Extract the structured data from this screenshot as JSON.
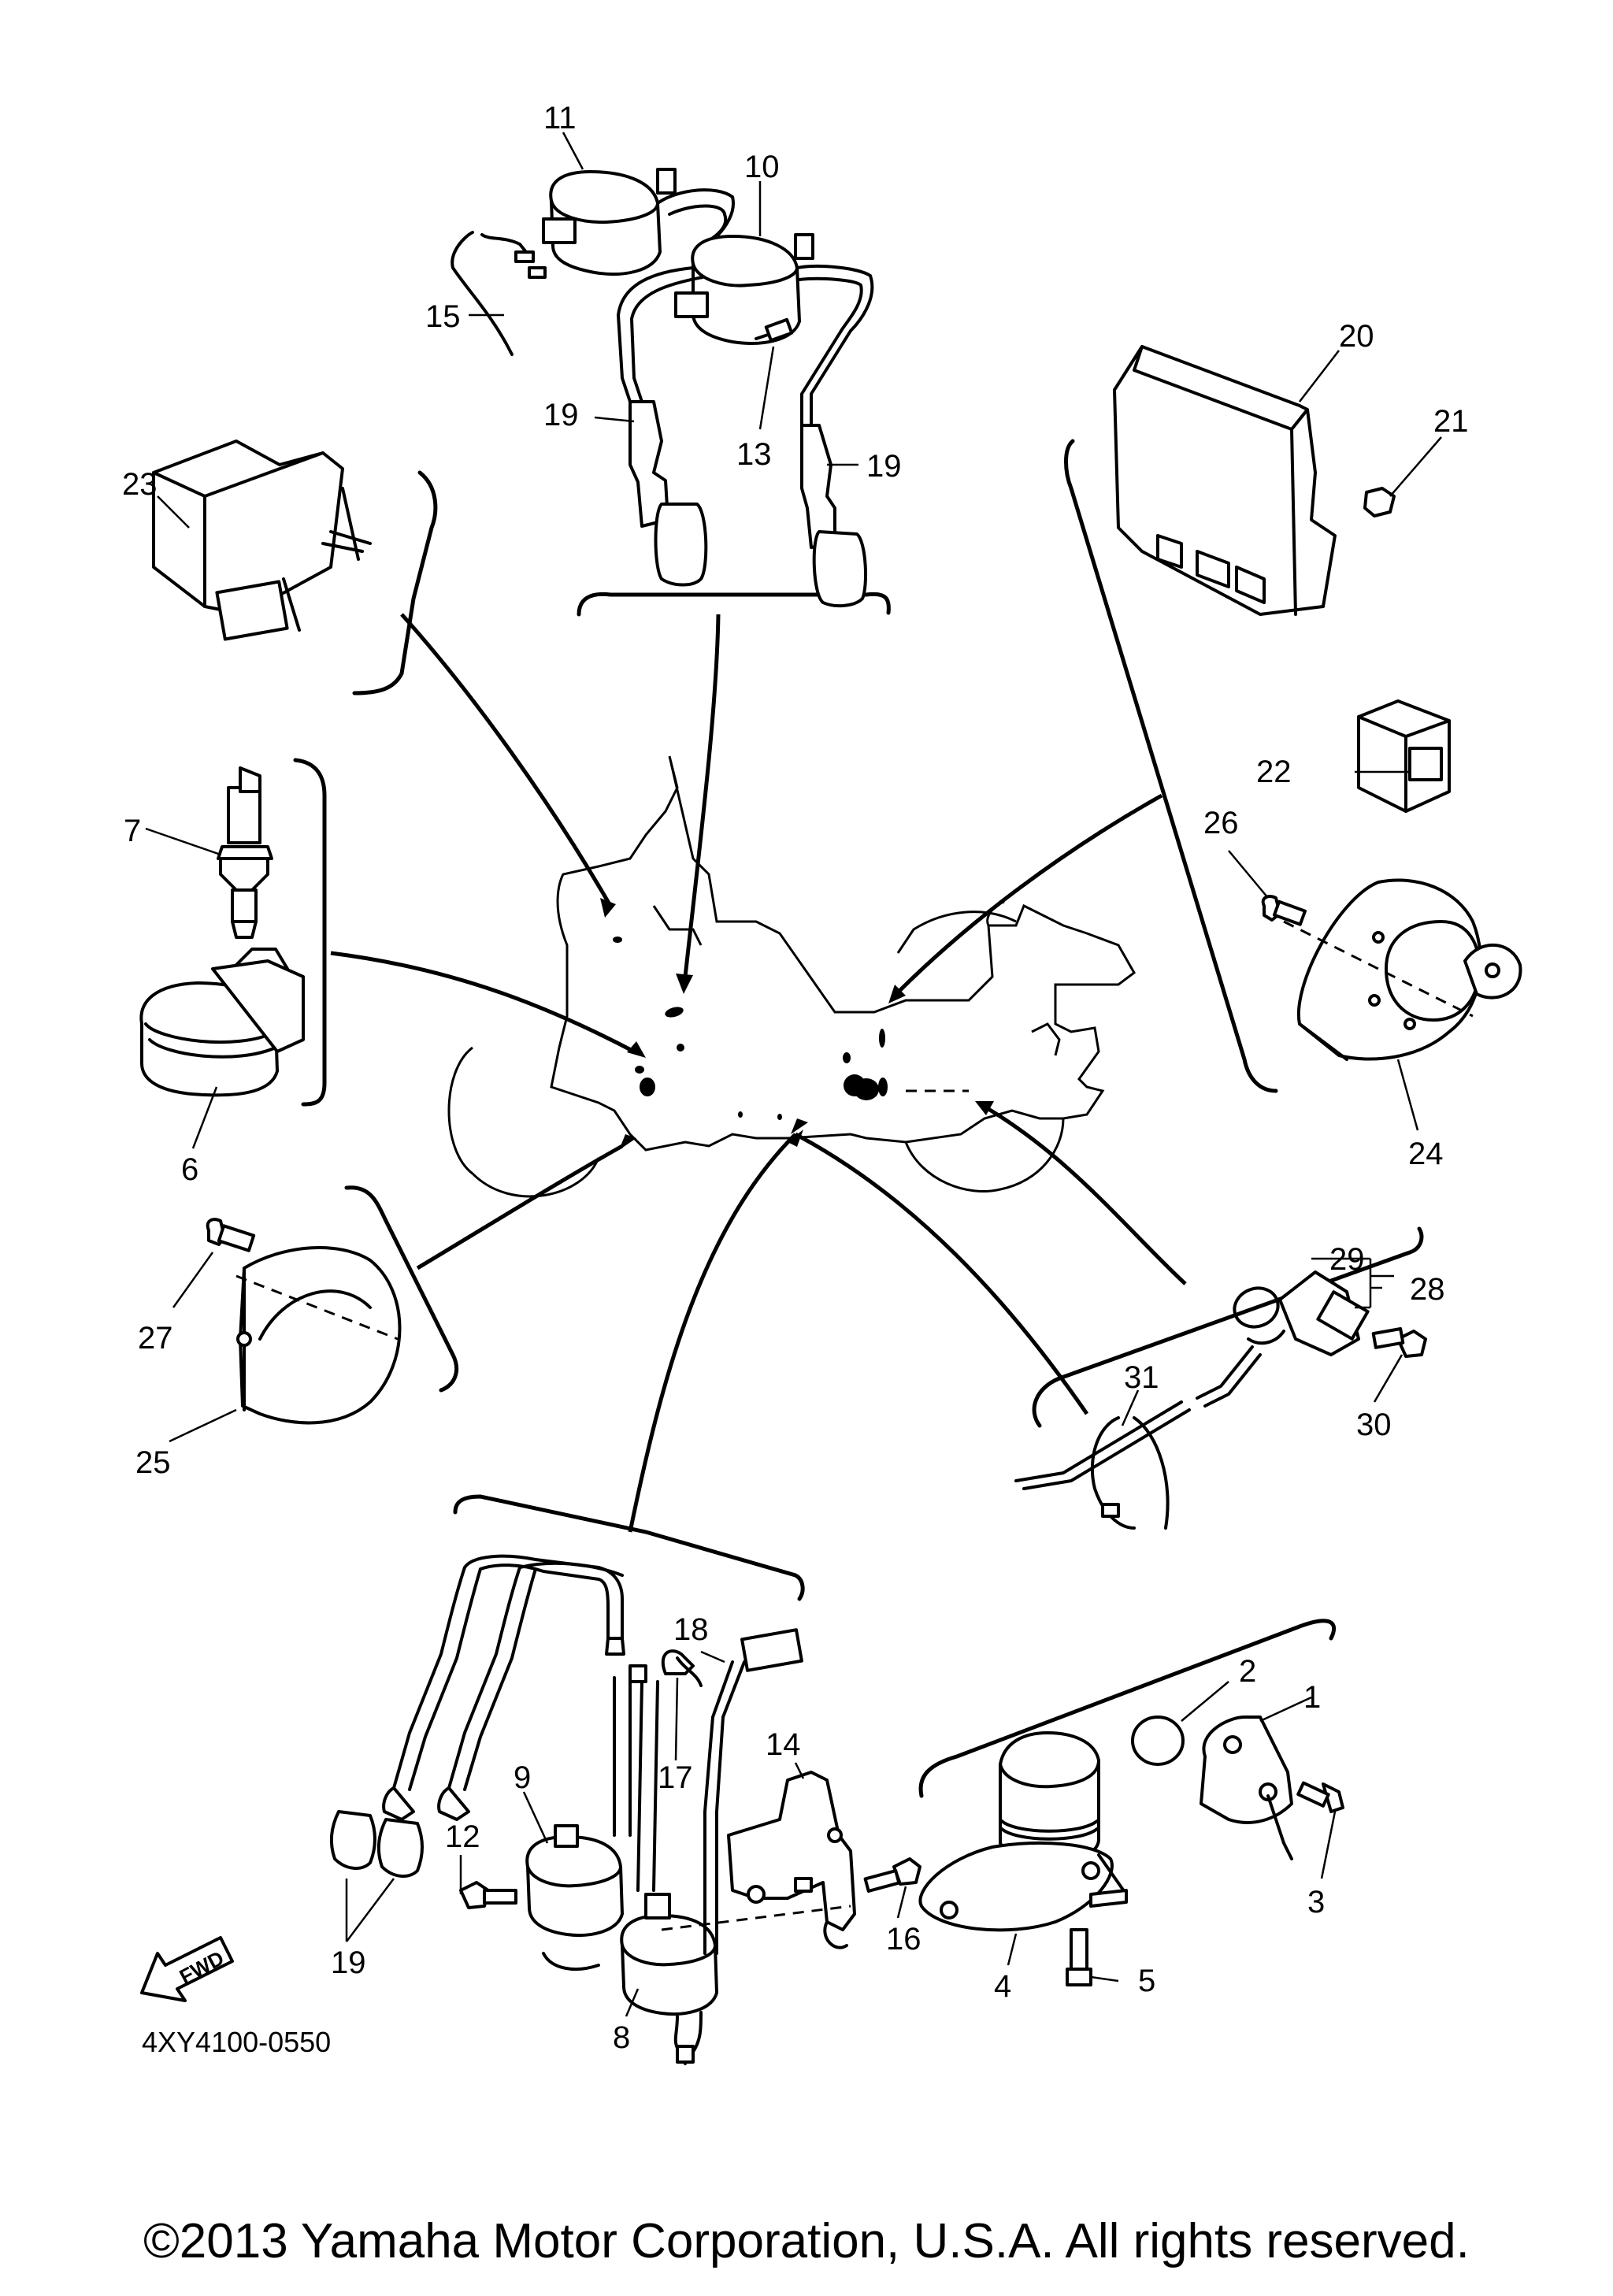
{
  "diagram": {
    "drawing_code": "4XY4100-0550",
    "fwd_label": "FWD",
    "copyright": "©2013 Yamaha Motor Corporation, U.S.A. All rights reserved.",
    "callouts": {
      "c1": "1",
      "c2": "2",
      "c3": "3",
      "c4": "4",
      "c5": "5",
      "c6": "6",
      "c7": "7",
      "c8": "8",
      "c9": "9",
      "c10": "10",
      "c11": "11",
      "c12": "12",
      "c13": "13",
      "c14": "14",
      "c15": "15",
      "c16": "16",
      "c17": "17",
      "c18": "18",
      "c19a": "19",
      "c19b": "19",
      "c19c": "19",
      "c20": "20",
      "c21": "21",
      "c22": "22",
      "c23": "23",
      "c24": "24",
      "c25": "25",
      "c26": "26",
      "c27": "27",
      "c28": "28",
      "c29": "29",
      "c30": "30",
      "c31": "31"
    }
  }
}
